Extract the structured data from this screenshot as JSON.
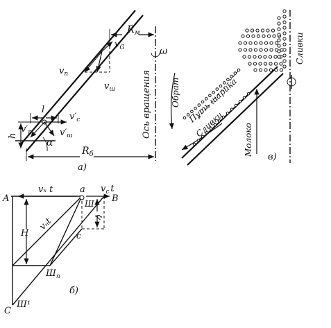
{
  "panel_a": {
    "caption": "а)",
    "labels": {
      "r_m": "R",
      "r_m_sub": "м",
      "v_g": "v",
      "v_g_sub": "G",
      "v_n": "v",
      "v_n_sub": "п",
      "v_sh": "v",
      "v_sh_sub": "ш",
      "l": "l",
      "v_c_prime": "v′",
      "v_c_prime_sub": "c",
      "v_n_prime": "v′",
      "v_n_prime_sub": "п",
      "v_sh_prime": "v′",
      "v_sh_prime_sub": "ш",
      "h": "h",
      "alpha": "α",
      "r_b": "R",
      "r_b_sub": "б",
      "axis": "Ось вращения",
      "omega": "ω"
    }
  },
  "panel_b": {
    "caption": "б)",
    "labels": {
      "A": "A",
      "a": "a",
      "B": "B",
      "C_cap": "C",
      "c_low": "c",
      "vx_t": "vₓ t",
      "vc_t": "v",
      "vc_t_sub": "c",
      "vc_t_t": "t",
      "vn_t": "vₙt",
      "H": "H",
      "h": "h",
      "sh": "Ш",
      "sh_n": "Ш",
      "sh_n_sub": "п",
      "sh1": "Ш¹"
    }
  },
  "panel_v": {
    "caption": "в)",
    "labels": {
      "obrat": "Обрат",
      "put": "Путь шарика",
      "slivki_mid": "Сливки",
      "moloko": "Молоко",
      "slivki_top": "Сливки"
    }
  }
}
